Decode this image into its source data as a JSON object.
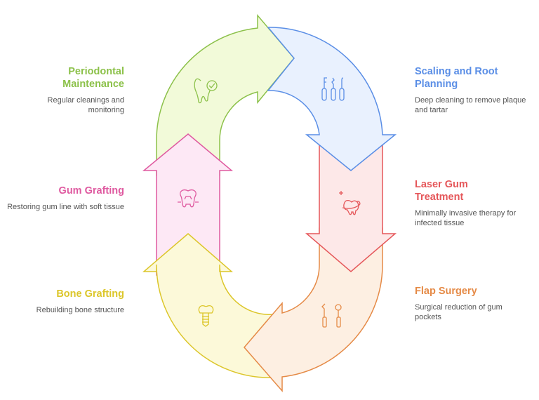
{
  "steps": [
    {
      "id": "periodontal",
      "title": "Periodontal Maintenance",
      "desc": "Regular cleanings and monitoring",
      "color": "#8cc14a",
      "fill": "#f2fad9",
      "icon": "tooth-check-icon"
    },
    {
      "id": "scaling",
      "title": "Scaling and Root Planning",
      "desc": "Deep cleaning to remove plaque and tartar",
      "color": "#5a8ee6",
      "fill": "#e9f1fe",
      "icon": "dental-tools-icon"
    },
    {
      "id": "laser",
      "title": "Laser Gum Treatment",
      "desc": "Minimally invasive therapy for infected tissue",
      "color": "#e5575a",
      "fill": "#fde8e8",
      "icon": "laser-tooth-icon"
    },
    {
      "id": "flap",
      "title": "Flap Surgery",
      "desc": "Surgical reduction of gum pockets",
      "color": "#e58a46",
      "fill": "#fdefe2",
      "icon": "dental-probe-icon"
    },
    {
      "id": "bone",
      "title": "Bone Grafting",
      "desc": "Rebuilding bone structure",
      "color": "#dcc62a",
      "fill": "#fcf9d9",
      "icon": "dental-implant-icon"
    },
    {
      "id": "gum",
      "title": "Gum Grafting",
      "desc": "Restoring gum line with soft tissue",
      "color": "#df5aa0",
      "fill": "#fde8f5",
      "icon": "gum-tooth-icon"
    }
  ]
}
